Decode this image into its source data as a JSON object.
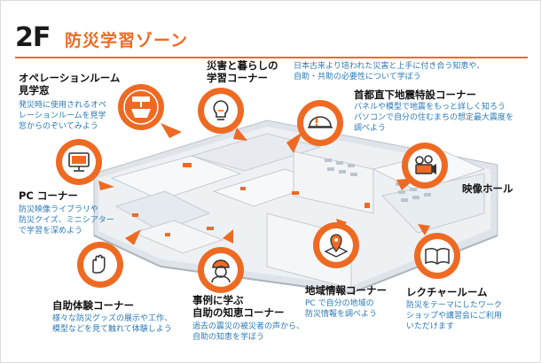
{
  "header": {
    "floor": "2F",
    "title": "防災学習ゾーン"
  },
  "zones": {
    "operation_room": {
      "name": "オペレーションルーム\n見学窓",
      "desc": "発災時に使用されるオペ\nレーションルームを見学\n窓からのぞいてみよう",
      "icon": "control-desk-icon"
    },
    "disaster_life": {
      "name": "災害と暮らしの\n学習コーナー",
      "desc": "日本古来より培われた災害と上手に付き合う知恵や、\n自助・共助の必要性について学ぼう",
      "icon": "lightbulb-icon"
    },
    "earthquake": {
      "name": "首都直下地震特設コーナー",
      "desc": "パネルや模型で地震をもっと詳しく知ろう\nパソコンで自分の住むまちの想定最大震度を\n調べよう",
      "icon": "helmet-icon"
    },
    "pc_corner": {
      "name": "PC コーナー",
      "desc": "防災映像ライブラリや\n防災クイズ、ミニシアター\nで学習を深めよう",
      "icon": "computer-icon"
    },
    "video_hall": {
      "name": "映像ホール",
      "icon": "projector-icon"
    },
    "hands_on": {
      "name": "自助体験コーナー",
      "desc": "様々な防災グッズの展示や工作、\n模型などを見て触れて体験しよう",
      "icon": "hand-icon"
    },
    "case_study": {
      "name": "事例に学ぶ\n自助の知恵コーナー",
      "desc": "過去の震災の被災者の声から、\n自助の知恵を学ぼう",
      "icon": "person-helmet-icon"
    },
    "regional_info": {
      "name": "地域情報コーナー",
      "desc": "PC で自分の地域の\n防災情報を調べよう",
      "icon": "map-pin-icon"
    },
    "lecture_room": {
      "name": "レクチャールーム",
      "desc": "防災をテーマにしたワーク\nショップや講習会にご利用\nいただけます",
      "icon": "book-icon"
    }
  },
  "colors": {
    "accent": "#ee6a23",
    "desc_text": "#2a7ab8",
    "wall": "#d8dde3",
    "floor": "#eef1f4"
  }
}
